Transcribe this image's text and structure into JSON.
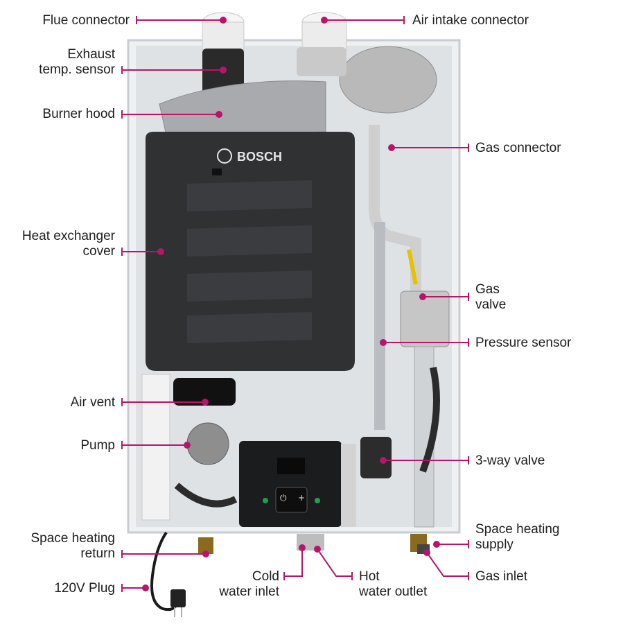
{
  "brand": "BOSCH",
  "colors": {
    "leader": "#b5166b",
    "cabinet": "#f1f2f4",
    "cover": "#2f3133",
    "panel": "#1b1c1e"
  },
  "labels": {
    "flue_connector": "Flue connector",
    "air_intake_connector": "Air intake connector",
    "exhaust_temp_sensor": "Exhaust\ntemp. sensor",
    "burner_hood": "Burner hood",
    "gas_connector": "Gas connector",
    "heat_exchanger_cover": "Heat exchanger\ncover",
    "gas_valve": "Gas\nvalve",
    "pressure_sensor": "Pressure sensor",
    "air_vent": "Air vent",
    "pump": "Pump",
    "three_way_valve": "3-way valve",
    "space_heating_return": "Space heating\nreturn",
    "space_heating_supply": "Space heating\nsupply",
    "cold_water_inlet": "Cold\nwater inlet",
    "hot_water_outlet": "Hot\nwater outlet",
    "gas_inlet": "Gas inlet",
    "plug_120v": "120V Plug"
  }
}
